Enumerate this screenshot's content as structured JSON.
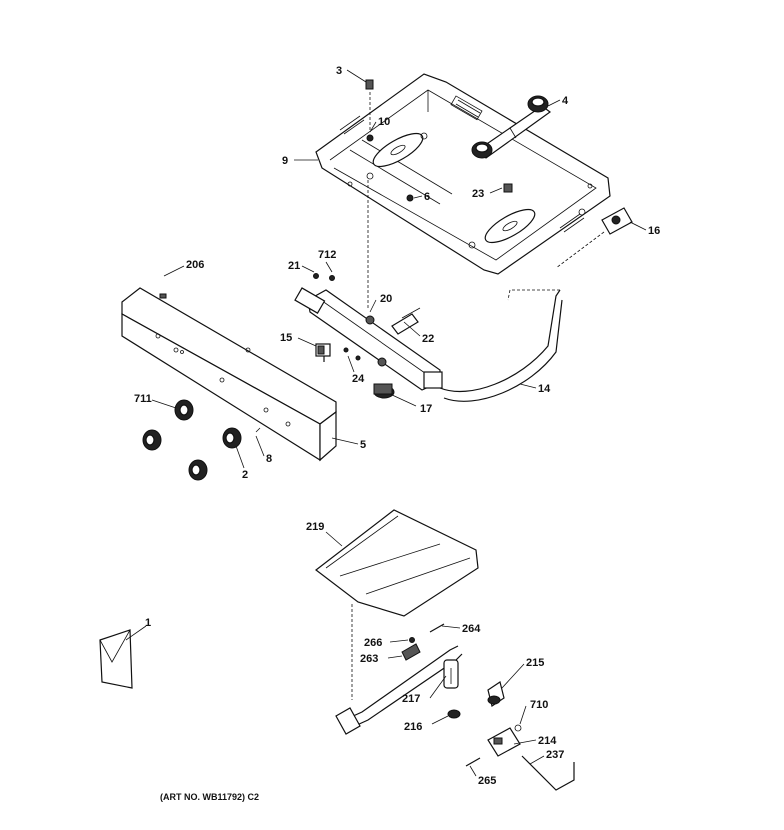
{
  "diagram": {
    "callouts": {
      "c3": "3",
      "c4": "4",
      "c10": "10",
      "c9": "9",
      "c6": "6",
      "c23": "23",
      "c16": "16",
      "c206": "206",
      "c712": "712",
      "c21": "21",
      "c20": "20",
      "c22": "22",
      "c15": "15",
      "c24": "24",
      "c17": "17",
      "c14": "14",
      "c711": "711",
      "c5": "5",
      "c8": "8",
      "c2": "2",
      "c219": "219",
      "c1": "1",
      "c264": "264",
      "c266": "266",
      "c263": "263",
      "c215": "215",
      "c217": "217",
      "c710": "710",
      "c216": "216",
      "c214": "214",
      "c237": "237",
      "c265": "265"
    },
    "caption": "(ART NO. WB11792) C2"
  }
}
